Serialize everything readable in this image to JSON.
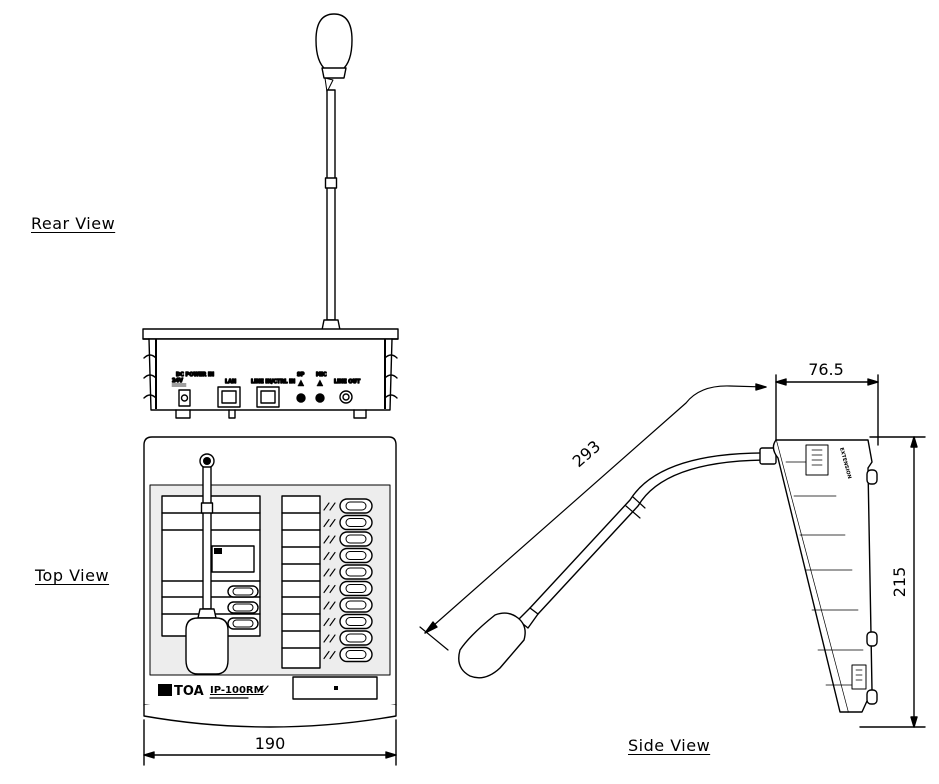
{
  "labels": {
    "rear_view": "Rear View",
    "top_view": "Top View",
    "side_view": "Side View"
  },
  "dimensions": {
    "width": "190",
    "depth": "76.5",
    "height": "215",
    "mic_reach": "293"
  },
  "rear_panel": {
    "dc_power": "DC POWER IN",
    "dc_volt": "24V",
    "lan": "LAN",
    "line_in": "LINE IN/CTRL IN",
    "sp": "SP",
    "mic": "MIC",
    "line_out": "LINE OUT"
  },
  "top_panel": {
    "brand": "TOA",
    "model": "IP-100RM"
  },
  "side_panel": {
    "extension": "EXTENSION"
  },
  "colors": {
    "line": "#000000",
    "panel": "#ededed",
    "background": "#ffffff"
  }
}
